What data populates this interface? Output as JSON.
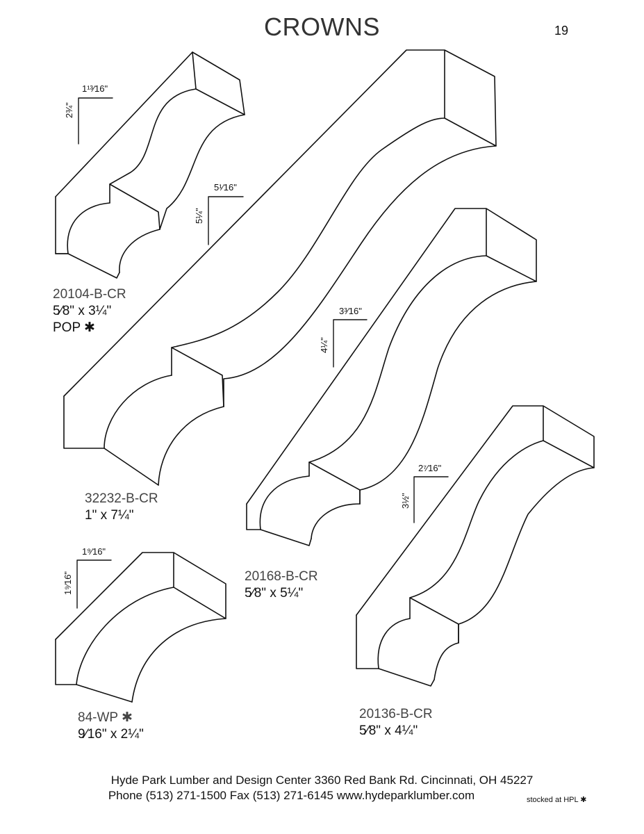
{
  "page": {
    "title": "CROWNS",
    "page_number": "19"
  },
  "mouldings": [
    {
      "code": "20104-B-CR",
      "size": "5⁄8\" x 3¼\"",
      "note": "POP ✱",
      "dim_width": "1¹³⁄16\"",
      "dim_height": "2¾\""
    },
    {
      "code": "32232-B-CR",
      "size": "1\" x 7¼\"",
      "dim_width": "5¹⁄16\"",
      "dim_height": "5¼\""
    },
    {
      "code": "20168-B-CR",
      "size": "5⁄8\" x 5¼\"",
      "dim_width": "3³⁄16\"",
      "dim_height": "4¼\""
    },
    {
      "code": "20136-B-CR",
      "size": "5⁄8\" x 4¼\"",
      "dim_width": "2⁷⁄16\"",
      "dim_height": "3½\""
    },
    {
      "code": "84-WP ✱",
      "size": "9⁄16\" x 2¼\"",
      "dim_width": "1⁹⁄16\"",
      "dim_height": "1⁹⁄16\""
    }
  ],
  "footer": {
    "line1": "Hyde Park Lumber and Design Center  3360 Red Bank Rd.  Cincinnati, OH 45227",
    "line2": "Phone (513) 271-1500  Fax (513) 271-6145  www.hydeparklumber.com",
    "stocked_note": "stocked at HPL ✱"
  }
}
